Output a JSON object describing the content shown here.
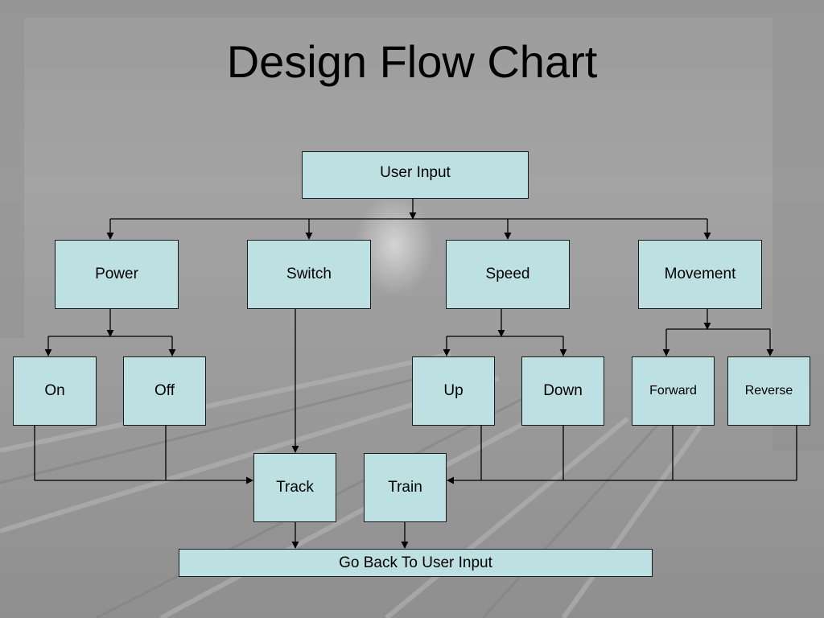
{
  "slide": {
    "title": "Design Flow Chart"
  },
  "nodes": {
    "user_input": "User Input",
    "power": "Power",
    "switch": "Switch",
    "speed": "Speed",
    "movement": "Movement",
    "on": "On",
    "off": "Off",
    "up": "Up",
    "down": "Down",
    "forward": "Forward",
    "reverse": "Reverse",
    "track": "Track",
    "train": "Train",
    "go_back": "Go Back To User Input"
  },
  "colors": {
    "node_fill": "#bde0e3",
    "node_border": "#1a1a1a",
    "connector": "#000000",
    "background": "#9c9c9c"
  }
}
